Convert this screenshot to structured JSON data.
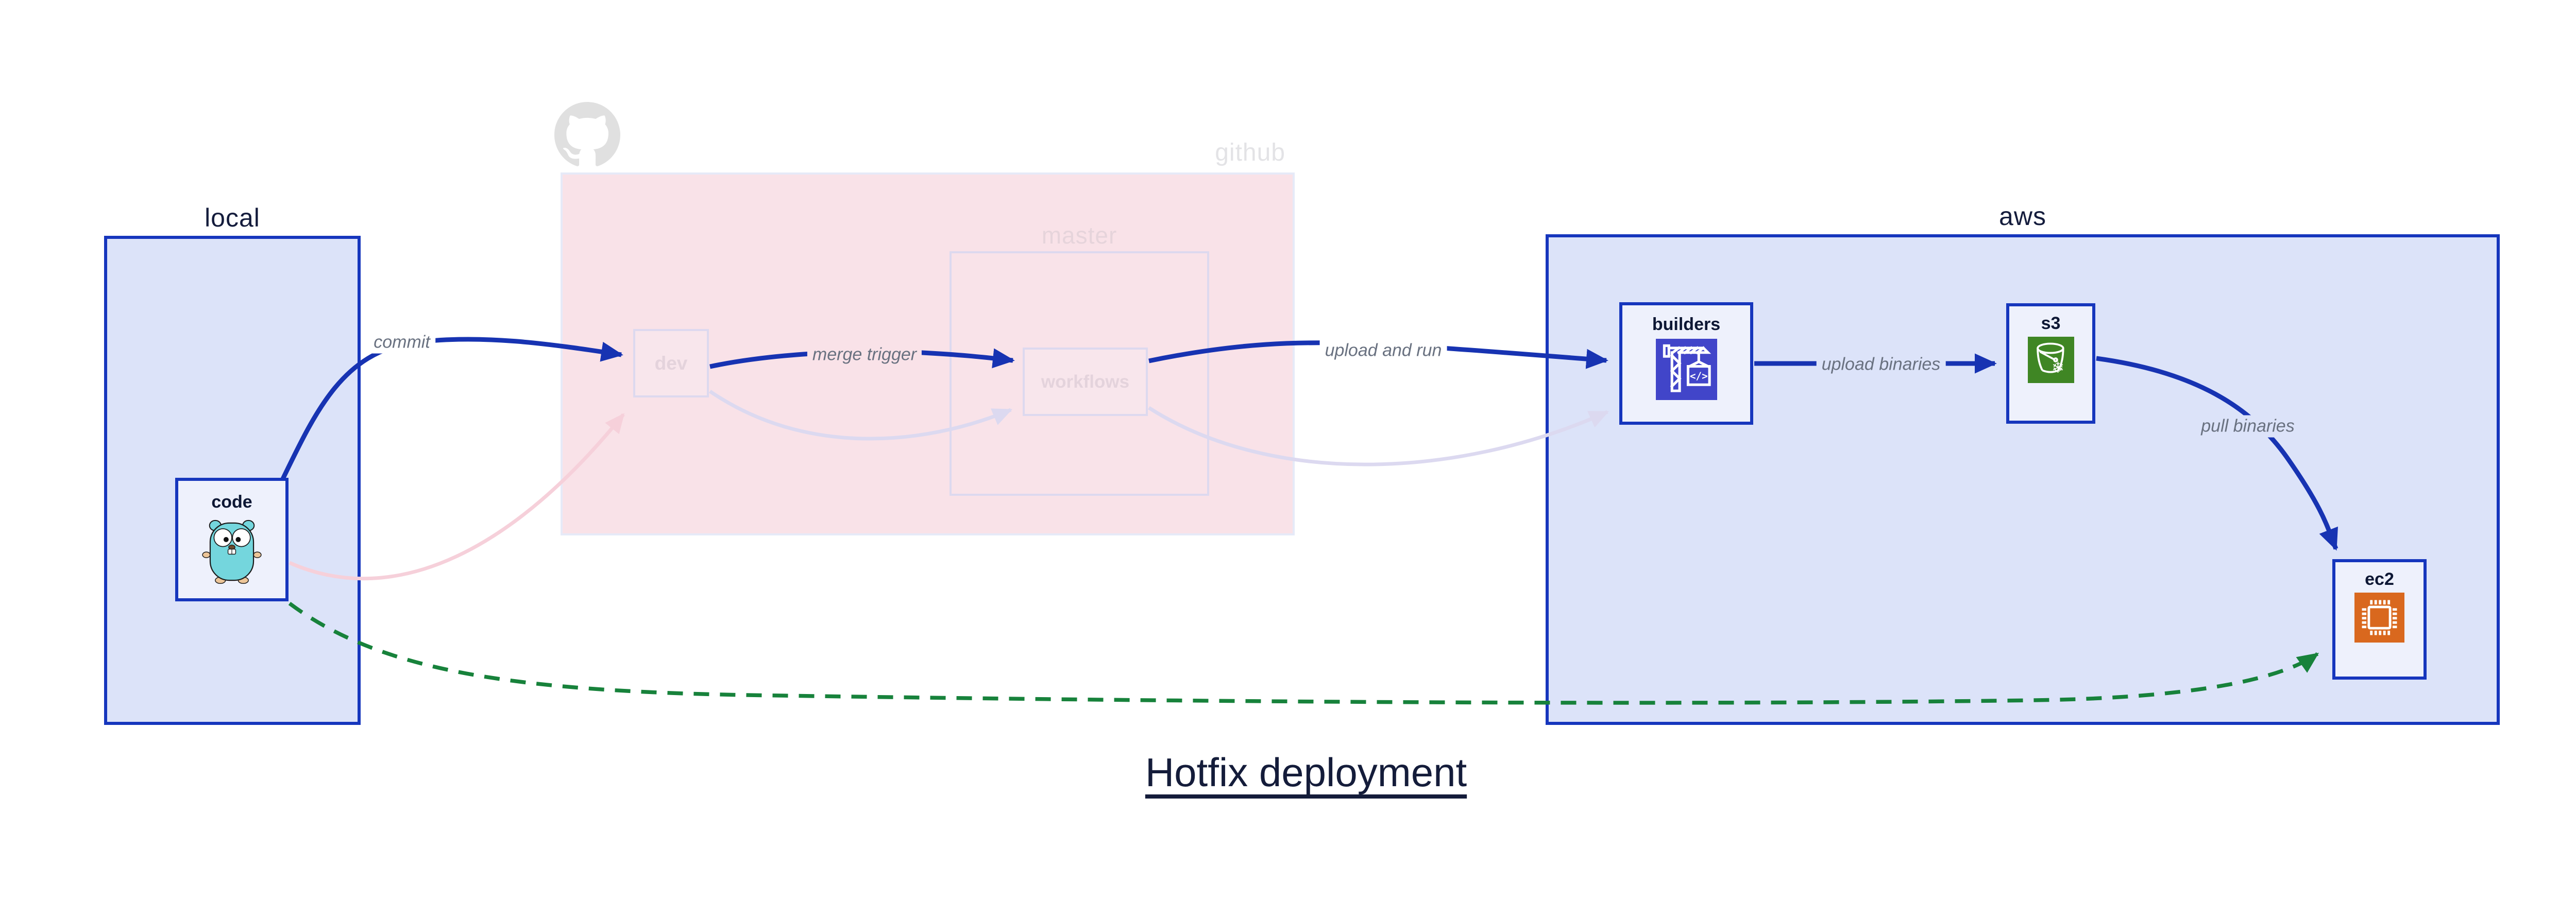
{
  "title": "Hotfix deployment",
  "containers": {
    "local": {
      "label": "local"
    },
    "github": {
      "label": "github"
    },
    "master": {
      "label": "master"
    },
    "aws": {
      "label": "aws"
    }
  },
  "nodes": {
    "code": {
      "label": "code",
      "icon": "go-gopher-icon",
      "state": "active"
    },
    "dev": {
      "label": "dev",
      "state": "faded"
    },
    "workflows": {
      "label": "workflows",
      "state": "faded"
    },
    "builders": {
      "label": "builders",
      "icon": "codebuild-crane-icon",
      "icon_color": "#4145c9",
      "state": "active"
    },
    "s3": {
      "label": "s3",
      "icon": "s3-glacier-bucket-icon",
      "icon_color": "#3f8624",
      "state": "active"
    },
    "ec2": {
      "label": "ec2",
      "icon": "ec2-chip-icon",
      "icon_color": "#d9681e",
      "state": "active"
    }
  },
  "edges": [
    {
      "from": "code",
      "to": "dev",
      "label": "commit",
      "style": "solid-blue"
    },
    {
      "from": "dev",
      "to": "workflows",
      "label": "merge trigger",
      "style": "solid-blue"
    },
    {
      "from": "workflows",
      "to": "builders",
      "label": "upload and run",
      "style": "solid-blue"
    },
    {
      "from": "builders",
      "to": "s3",
      "label": "upload binaries",
      "style": "solid-blue"
    },
    {
      "from": "s3",
      "to": "ec2",
      "label": "pull binaries",
      "style": "solid-blue"
    },
    {
      "from": "code",
      "to": "ec2",
      "label": "",
      "style": "dashed-green-hotfix"
    },
    {
      "from": "code",
      "to": "dev",
      "label": "",
      "style": "ghost-pink"
    },
    {
      "from": "dev",
      "to": "workflows",
      "label": "",
      "style": "ghost-lavender"
    },
    {
      "from": "workflows",
      "to": "builders",
      "label": "",
      "style": "ghost-lavender"
    }
  ],
  "colors": {
    "edge_blue": "#1733b2",
    "node_border_blue": "#1636bd",
    "container_fill_blue": "#dce3f9",
    "node_fill": "#eef1fc",
    "github_fill_pink": "#f9e2e8",
    "faded_border": "#ddd9ef",
    "faded_text": "#e4d3dc",
    "github_label_gray": "#e3e3e6",
    "octocat_gray": "#e0e0e0",
    "hotfix_green": "#17823b",
    "ghost_pink": "#f6d0da",
    "ghost_lavender": "#dcd9f0",
    "edge_label_gray": "#697180",
    "title_navy": "#141c3a",
    "icon_indigo": "#4145c9",
    "icon_green": "#3f8624",
    "icon_orange": "#d9681e",
    "gopher_teal": "#74d6dd"
  }
}
